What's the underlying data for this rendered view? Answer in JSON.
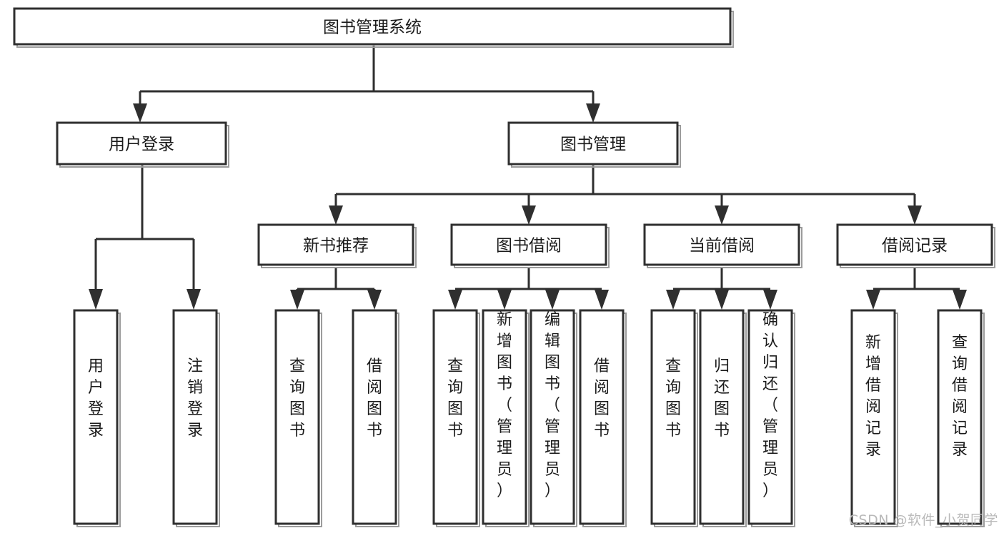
{
  "diagram": {
    "type": "tree",
    "title": "图书管理系统",
    "watermark": "CSDN @软件_小贺同学",
    "colors": {
      "box_stroke": "#2f2f2f",
      "box_fill": "#ffffff",
      "box_shadow": "#9c9c9c",
      "text": "#1a1a1a",
      "watermark": "#b9b9b9",
      "background": "#ffffff"
    },
    "root": {
      "label": "图书管理系统"
    },
    "level2": [
      {
        "label": "用户登录"
      },
      {
        "label": "图书管理"
      }
    ],
    "level3": [
      {
        "label": "新书推荐"
      },
      {
        "label": "图书借阅"
      },
      {
        "label": "当前借阅"
      },
      {
        "label": "借阅记录"
      }
    ],
    "leaves": {
      "user_login": [
        {
          "label": "用户登录"
        },
        {
          "label": "注销登录"
        }
      ],
      "new_book_recommend": [
        {
          "label": "查询图书"
        },
        {
          "label": "借阅图书"
        }
      ],
      "book_borrow": [
        {
          "label": "查询图书"
        },
        {
          "label": "新增图书（管理员）"
        },
        {
          "label": "编辑图书（管理员）"
        },
        {
          "label": "借阅图书"
        }
      ],
      "current_borrow": [
        {
          "label": "查询图书"
        },
        {
          "label": "归还图书"
        },
        {
          "label": "确认归还（管理员）"
        }
      ],
      "borrow_record": [
        {
          "label": "新增借阅记录"
        },
        {
          "label": "查询借阅记录"
        }
      ]
    }
  }
}
